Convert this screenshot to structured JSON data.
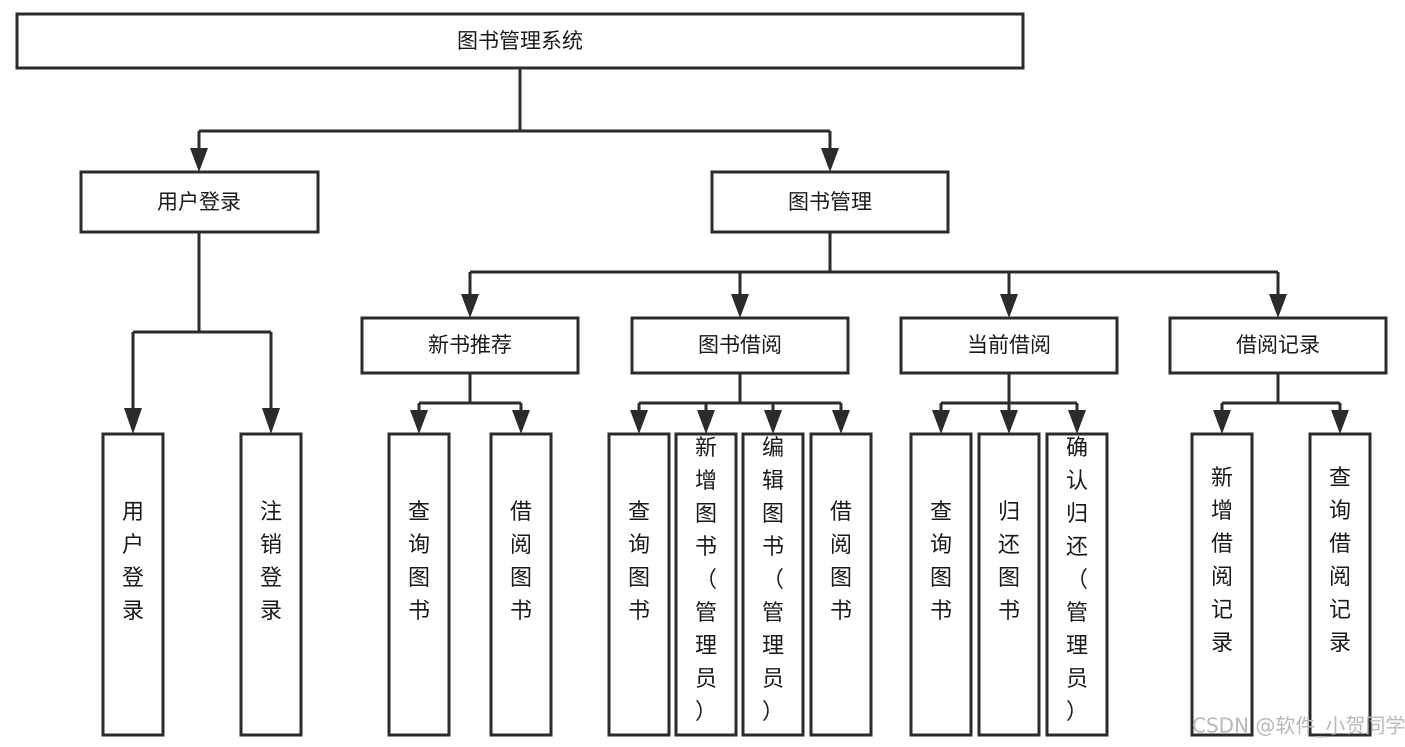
{
  "diagram": {
    "title": "图书管理系统",
    "type": "tree",
    "orientation": "top-down",
    "watermark": "CSDN @软件_小贺同学",
    "colors": {
      "stroke": "#2b2b2b",
      "fill": "#ffffff",
      "text": "#1a1a1a",
      "watermark": "#b9b9b9",
      "background": "#ffffff"
    },
    "levels": {
      "root": {
        "label": "图书管理系统"
      },
      "level1": [
        {
          "id": "user-login",
          "label": "用户登录"
        },
        {
          "id": "book-manage",
          "label": "图书管理"
        }
      ],
      "level2": [
        {
          "id": "new-book-rec",
          "label": "新书推荐",
          "parent": "book-manage"
        },
        {
          "id": "book-borrow",
          "label": "图书借阅",
          "parent": "book-manage"
        },
        {
          "id": "current-borrow",
          "label": "当前借阅",
          "parent": "book-manage"
        },
        {
          "id": "borrow-record",
          "label": "借阅记录",
          "parent": "book-manage"
        }
      ],
      "leaves": [
        {
          "id": "leaf-user-login",
          "label": "用户登录",
          "parent": "user-login"
        },
        {
          "id": "leaf-logout",
          "label": "注销登录",
          "parent": "user-login"
        },
        {
          "id": "leaf-query-book-1",
          "label": "查询图书",
          "parent": "new-book-rec"
        },
        {
          "id": "leaf-borrow-book-1",
          "label": "借阅图书",
          "parent": "new-book-rec"
        },
        {
          "id": "leaf-query-book-2",
          "label": "查询图书",
          "parent": "book-borrow"
        },
        {
          "id": "leaf-add-book",
          "label": "新增图书（管理员）",
          "parent": "book-borrow"
        },
        {
          "id": "leaf-edit-book",
          "label": "编辑图书（管理员）",
          "parent": "book-borrow"
        },
        {
          "id": "leaf-borrow-book-2",
          "label": "借阅图书",
          "parent": "book-borrow"
        },
        {
          "id": "leaf-query-book-3",
          "label": "查询图书",
          "parent": "current-borrow"
        },
        {
          "id": "leaf-return-book",
          "label": "归还图书",
          "parent": "current-borrow"
        },
        {
          "id": "leaf-confirm-return",
          "label": "确认归还（管理员）",
          "parent": "current-borrow"
        },
        {
          "id": "leaf-add-record",
          "label": "新增借阅记录",
          "parent": "borrow-record"
        },
        {
          "id": "leaf-query-record",
          "label": "查询借阅记录",
          "parent": "borrow-record"
        }
      ]
    }
  }
}
